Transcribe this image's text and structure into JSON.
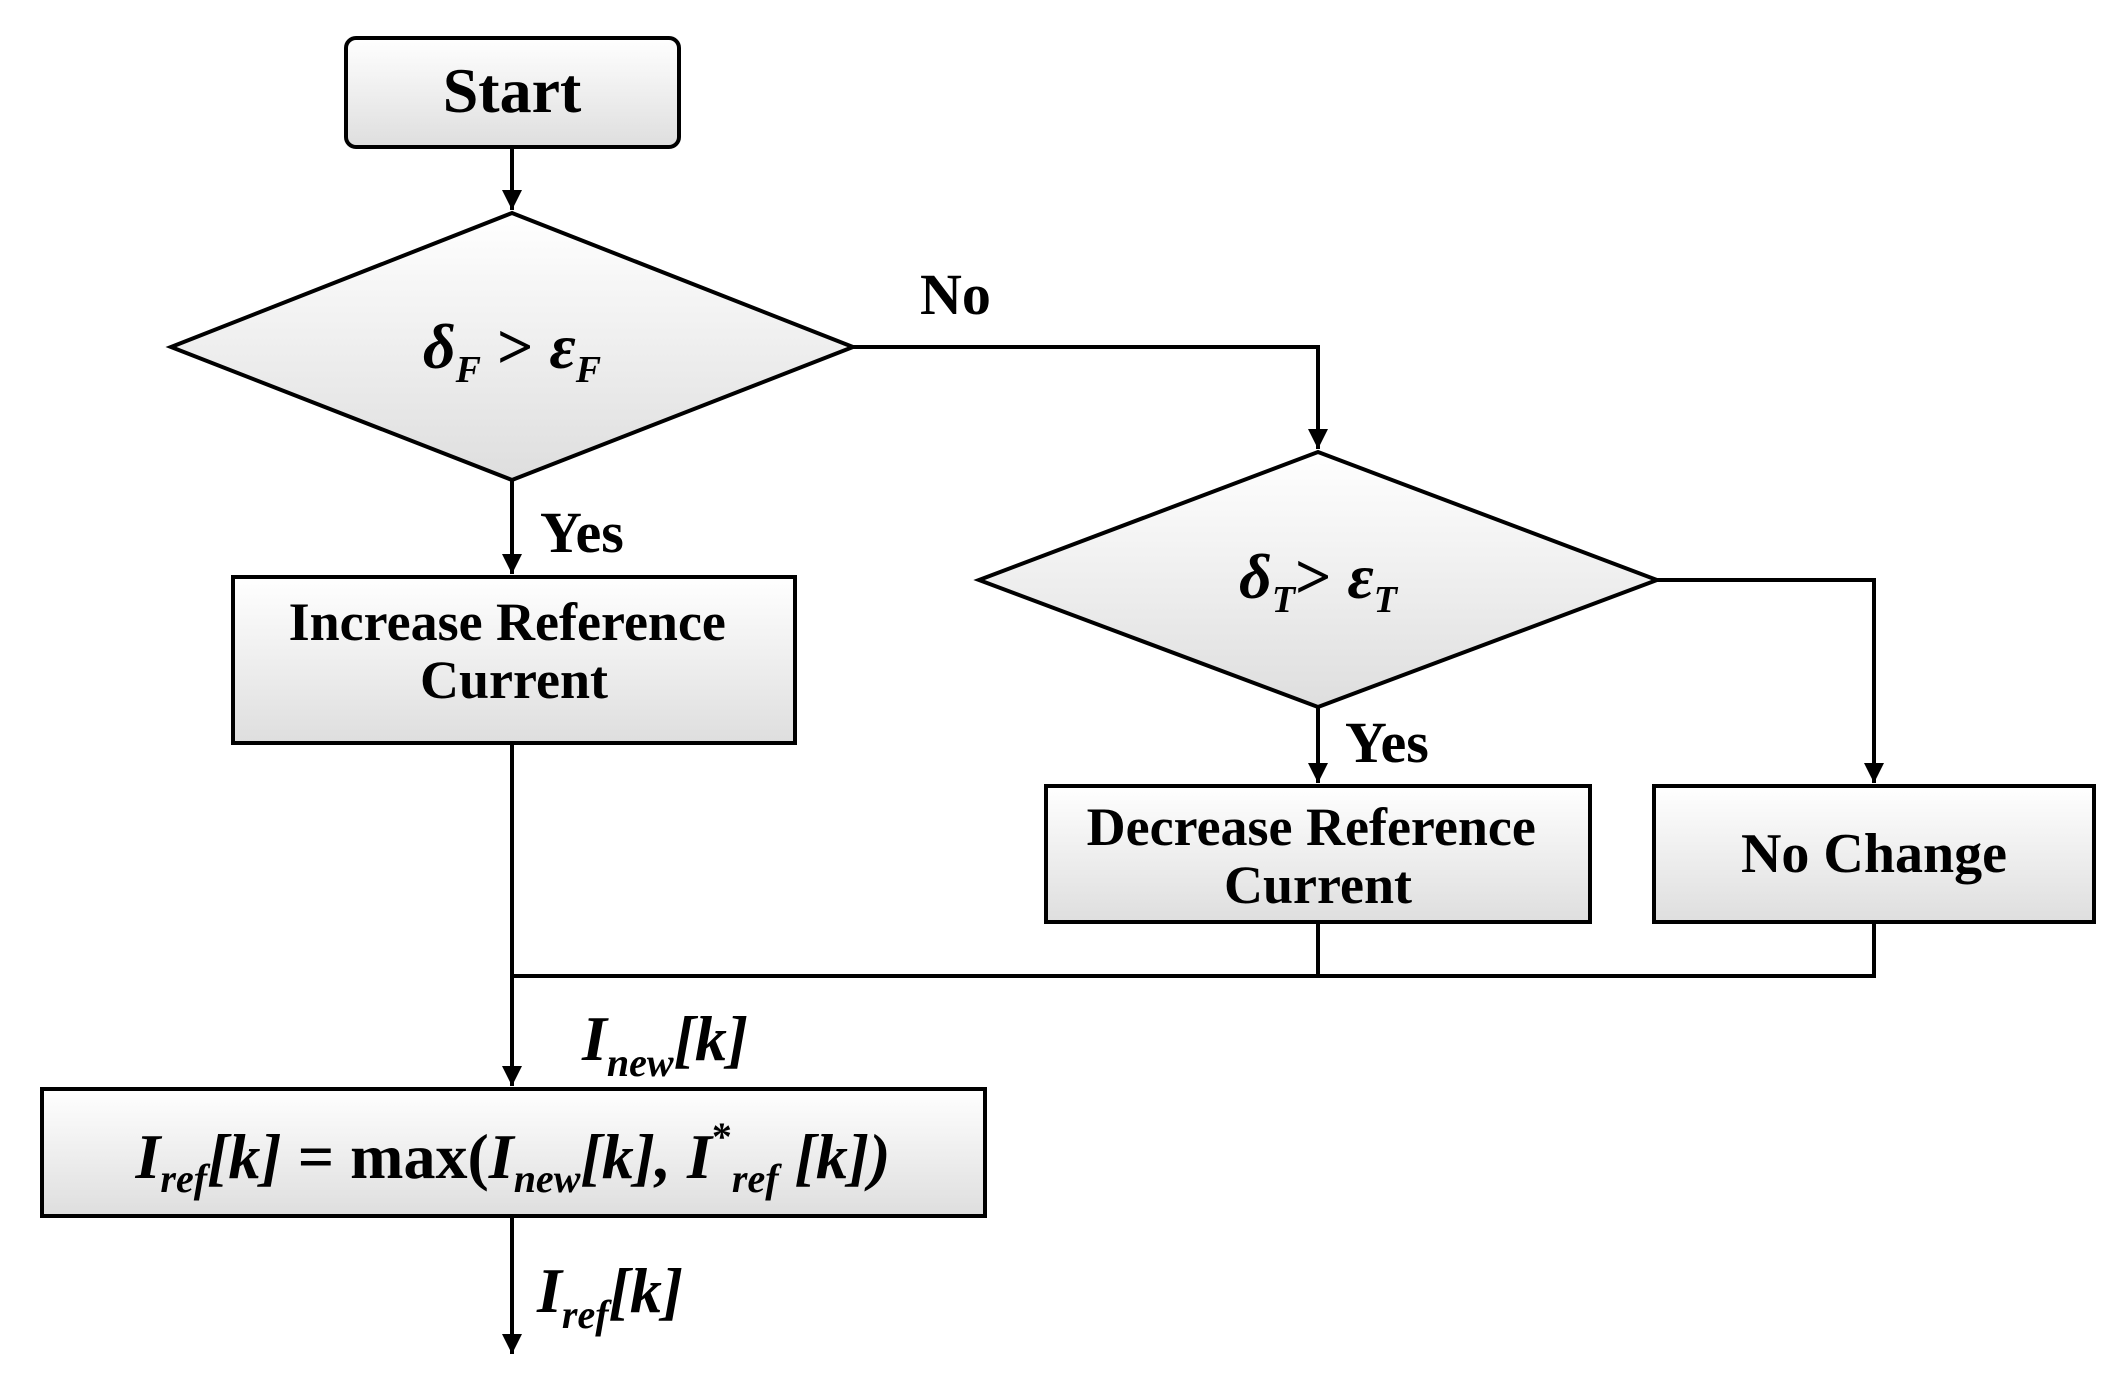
{
  "nodes": {
    "start": "Start",
    "decision_freq": {
      "lhs": "δ",
      "lhs_sub": "F",
      "op": " > ",
      "rhs": "ε",
      "rhs_sub": "F"
    },
    "decision_temp": {
      "lhs": "δ",
      "lhs_sub": "T",
      "op": "> ",
      "rhs": "ε",
      "rhs_sub": "T"
    },
    "increase": {
      "line1": "Increase Reference",
      "line2": "Current"
    },
    "decrease": {
      "line1": "Decrease Reference",
      "line2": "Current"
    },
    "no_change": "No Change",
    "formula": {
      "i1": "I",
      "ref1": "ref",
      "k1": "[k]",
      "eq_max": " = max(",
      "i2": "I",
      "new2": "new",
      "k2": "[k], ",
      "i3": "I",
      "star": "*",
      "ref3": "ref",
      "k3": " [k])"
    }
  },
  "edge_labels": {
    "no": "No",
    "yes1": "Yes",
    "yes2": "Yes",
    "inew": {
      "i": "I",
      "sub": "new",
      "k": "[k]"
    },
    "iref_out": {
      "i": "I",
      "sub": "ref",
      "k": "[k]"
    }
  },
  "colors": {
    "box_top": "#ffffff",
    "box_bottom": "#dedede",
    "stroke": "#000000"
  }
}
